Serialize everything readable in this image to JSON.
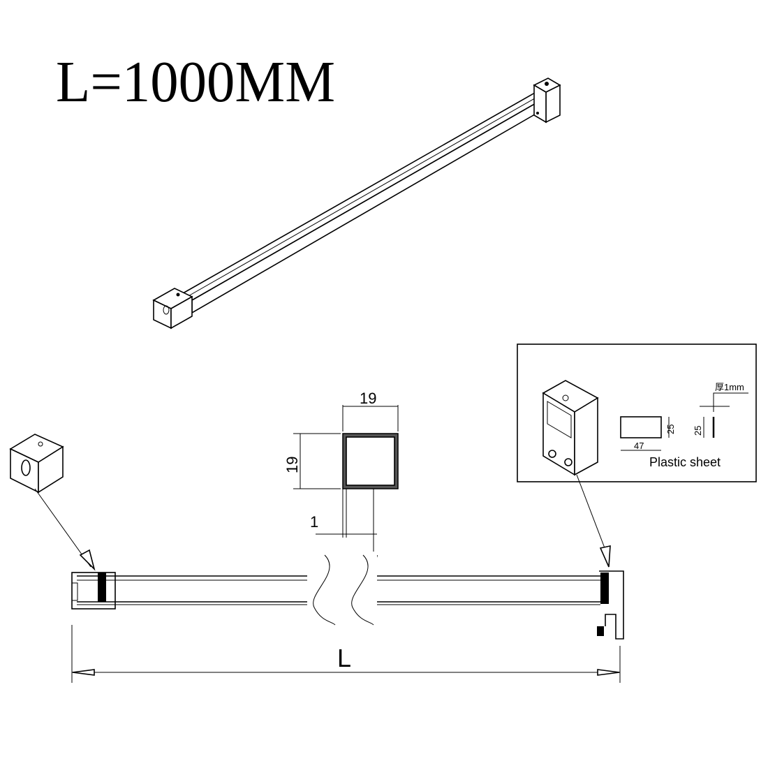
{
  "title": "L=1000MM",
  "tube_section": {
    "width_label": "19",
    "height_label": "19",
    "wall_label": "1"
  },
  "overall_length_label": "L",
  "detail_box": {
    "sheet_height_label": "25",
    "sheet_width_label": "47",
    "side_height_label": "25",
    "thickness_label": "厚1mm",
    "caption": "Plastic sheet"
  }
}
